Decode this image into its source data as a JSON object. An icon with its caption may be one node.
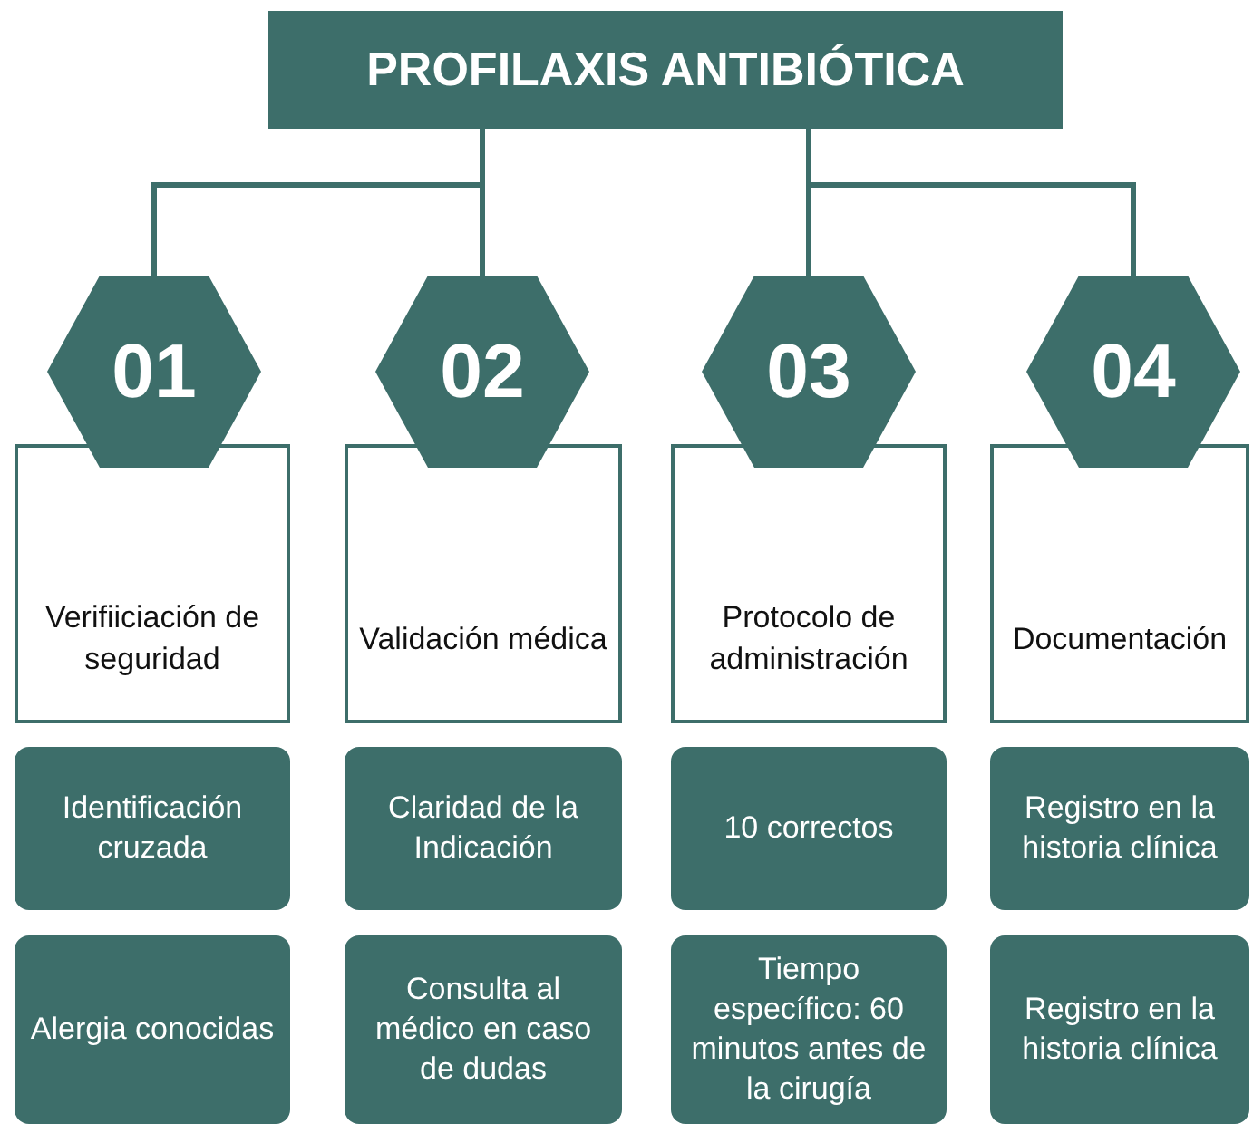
{
  "diagram": {
    "nodes": [
      {
        "text": [
          "PROFILAXIS ANTIBIÓTICA"
        ]
      },
      {
        "text": [
          "01"
        ]
      },
      {
        "text": [
          "02"
        ]
      },
      {
        "text": [
          "03"
        ]
      },
      {
        "text": [
          "04"
        ]
      },
      {
        "text": [
          "Verifiiciación de seguridad"
        ]
      },
      {
        "text": [
          "Validación médica"
        ]
      },
      {
        "text": [
          "Protocolo de administración"
        ]
      },
      {
        "text": [
          "Documentación"
        ]
      },
      {
        "text": [
          "Identificación cruzada"
        ]
      },
      {
        "text": [
          "Claridad de la Indicación"
        ]
      },
      {
        "text": [
          "10 correctos"
        ]
      },
      {
        "text": [
          "Registro en la historia clínica"
        ]
      },
      {
        "text": [
          "Alergia conocidas"
        ]
      },
      {
        "text": [
          "Consulta al médico en caso de dudas"
        ]
      },
      {
        "text": [
          "Tiempo específico: 60 minutos antes de la cirugía"
        ]
      },
      {
        "text": [
          "Registro en la historia clínica"
        ]
      }
    ],
    "edges": [
      {
        "from": 0,
        "to": 1,
        "arrow": "none"
      },
      {
        "from": 0,
        "to": 2,
        "arrow": "none"
      },
      {
        "from": 0,
        "to": 3,
        "arrow": "none"
      },
      {
        "from": 0,
        "to": 4,
        "arrow": "none"
      }
    ]
  }
}
